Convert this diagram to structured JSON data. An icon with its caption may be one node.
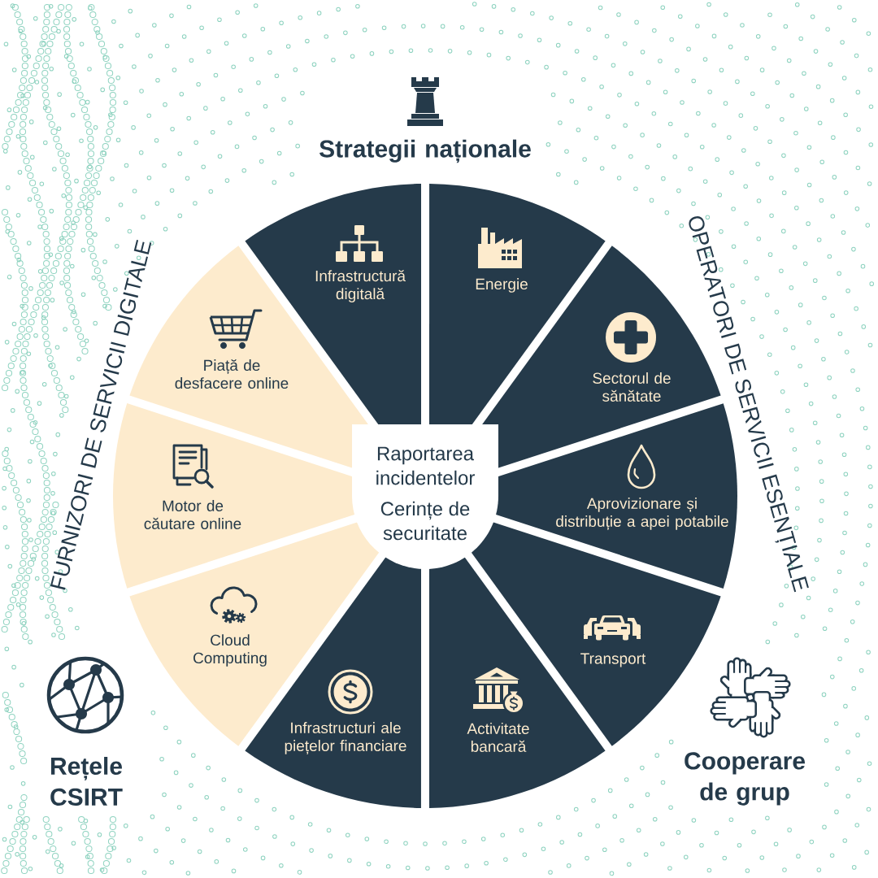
{
  "diagram": {
    "nodes": [
      {
        "text": [
          "Infrastructură digitală"
        ]
      },
      {
        "text": [
          "Energie"
        ]
      },
      {
        "text": [
          "Sectorul de sănătate"
        ]
      },
      {
        "text": [
          "Aprovizionare și distribuție a apei potabile"
        ]
      },
      {
        "text": [
          "Transport"
        ]
      },
      {
        "text": [
          "Activitate bancară"
        ]
      },
      {
        "text": [
          "Infrastructuri ale piețelor financiare"
        ]
      },
      {
        "text": [
          "Cloud Computing"
        ]
      },
      {
        "text": [
          "Motor de căutare online"
        ]
      },
      {
        "text": [
          "Piață de desfacere online"
        ]
      },
      {
        "text": [
          "Raportarea incidentelor",
          "Cerințe de securitate"
        ]
      }
    ],
    "labels": [
      "Strategii naționale",
      "FURNIZORI DE SERVICII DIGITALE",
      "OPERATORI DE SERVICII ESENȚIALE",
      "Rețele CSIRT",
      "Cooperare de grup"
    ]
  }
}
